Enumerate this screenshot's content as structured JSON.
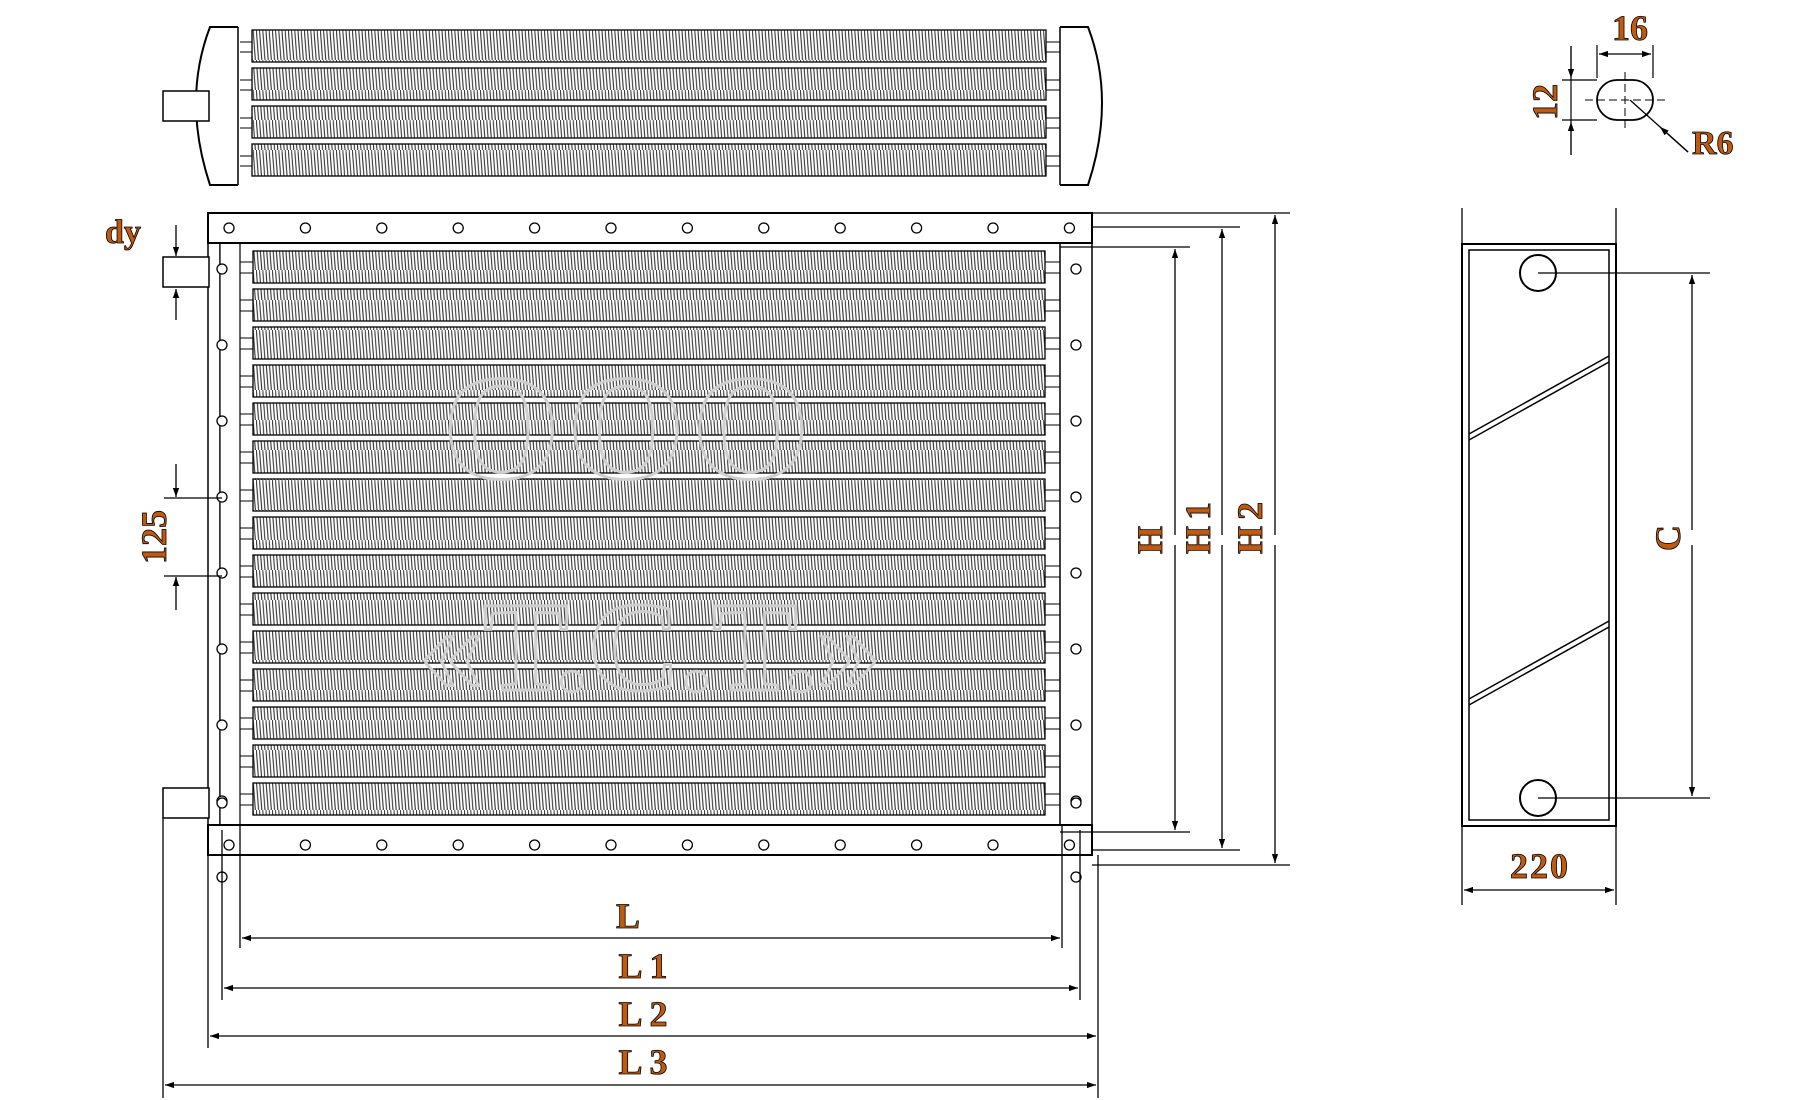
{
  "labels": {
    "dy": "dy",
    "pitch": "125",
    "H": "H",
    "H1": "H1",
    "H2": "H2",
    "L": "L",
    "L1": "L 1",
    "L2": "L 2",
    "L3": "L 3",
    "slot_width": "16",
    "slot_height": "12",
    "slot_radius": "R6",
    "side_depth": "220",
    "center_distance": "C"
  },
  "watermark": {
    "line1": "OOO",
    "line2": "«Т.С.Т.»"
  },
  "colors": {
    "line": "#000000",
    "label_fill": "#c05a10",
    "watermark": "#cfcfcf"
  }
}
